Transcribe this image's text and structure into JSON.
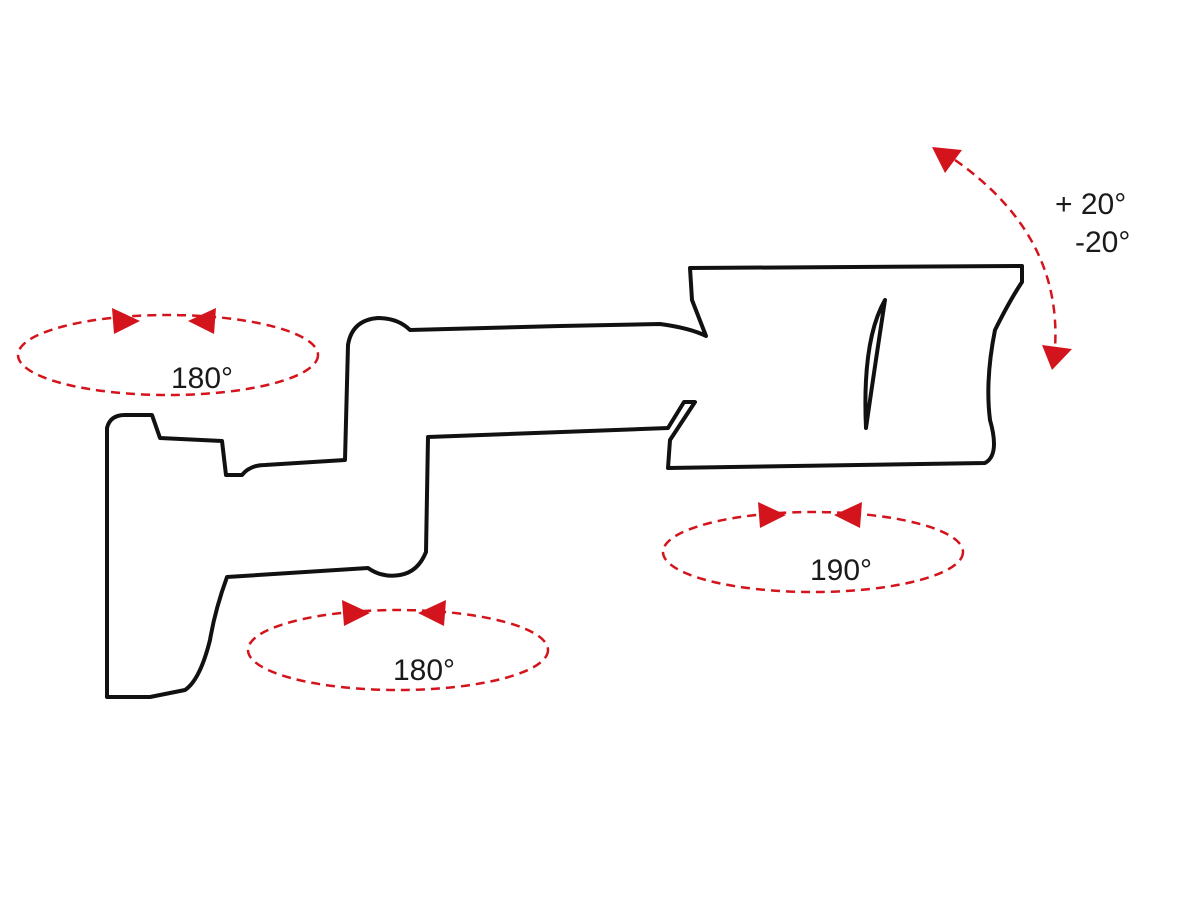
{
  "colors": {
    "outline": "#111111",
    "arrow": "#d4141c",
    "text": "#1a1a1a",
    "background": "#ffffff"
  },
  "labels": {
    "base_rotation": "180°",
    "arm_rotation": "180°",
    "head_rotation": "190°",
    "tilt_up": "+ 20°",
    "tilt_down": "-20°"
  }
}
